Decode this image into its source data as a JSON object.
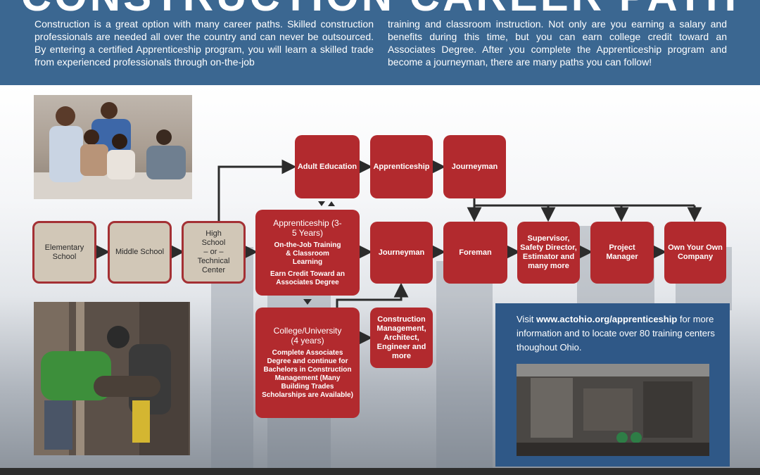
{
  "header": {
    "title": "CONSTRUCTION CAREER PATH",
    "intro_left": "Construction is a great option with many career paths. Skilled construction professionals are needed all over the country and can never be outsourced. By entering a certified Apprenticeship program, you will learn a skilled trade from experienced professionals through on-the-job",
    "intro_right": "training and classroom instruction. Not only are you earning a salary and benefits during this time, but you can earn college credit toward an Associates Degree. After you complete the Apprenticeship program and become a journeyman, there are many paths you can follow!"
  },
  "flow": {
    "elementary": "Elementary School",
    "middle": "Middle School",
    "high_school": [
      "High",
      "School",
      "– or –",
      "Technical",
      "Center"
    ],
    "adult_education": "Adult Education",
    "apprenticeship_top": "Apprenticeship",
    "journeyman_top": "Journeyman",
    "apprenticeship_main": {
      "title": "Apprenticeship (3-5 Years)",
      "line1": "On-the-Job Training & Classroom Learning",
      "line2": "Earn Credit Toward an Associates Degree"
    },
    "journeyman_mid": "Journeyman",
    "foreman": "Foreman",
    "supervisor": "Supervisor, Safety Director, Estimator and many more",
    "project_manager": "Project Manager",
    "own_company": "Own Your Own Company",
    "college": {
      "title": "College/University (4 years)",
      "body": "Complete Associates Degree and continue for Bachelors in Construction Management (Many Building Trades Scholarships are Available)"
    },
    "construction_management": "Construction Management, Architect, Engineer and more"
  },
  "info": {
    "visit": "Visit",
    "url": "www.actohio.org/apprenticeship",
    "rest": "for more information and to locate over 80 training centers thoughout Ohio."
  },
  "colors": {
    "banner": "#3b6791",
    "node_red": "#b22a2e",
    "node_tan": "#d1c7b7",
    "info_box": "#2f5887",
    "connector": "#2b2b2b"
  }
}
